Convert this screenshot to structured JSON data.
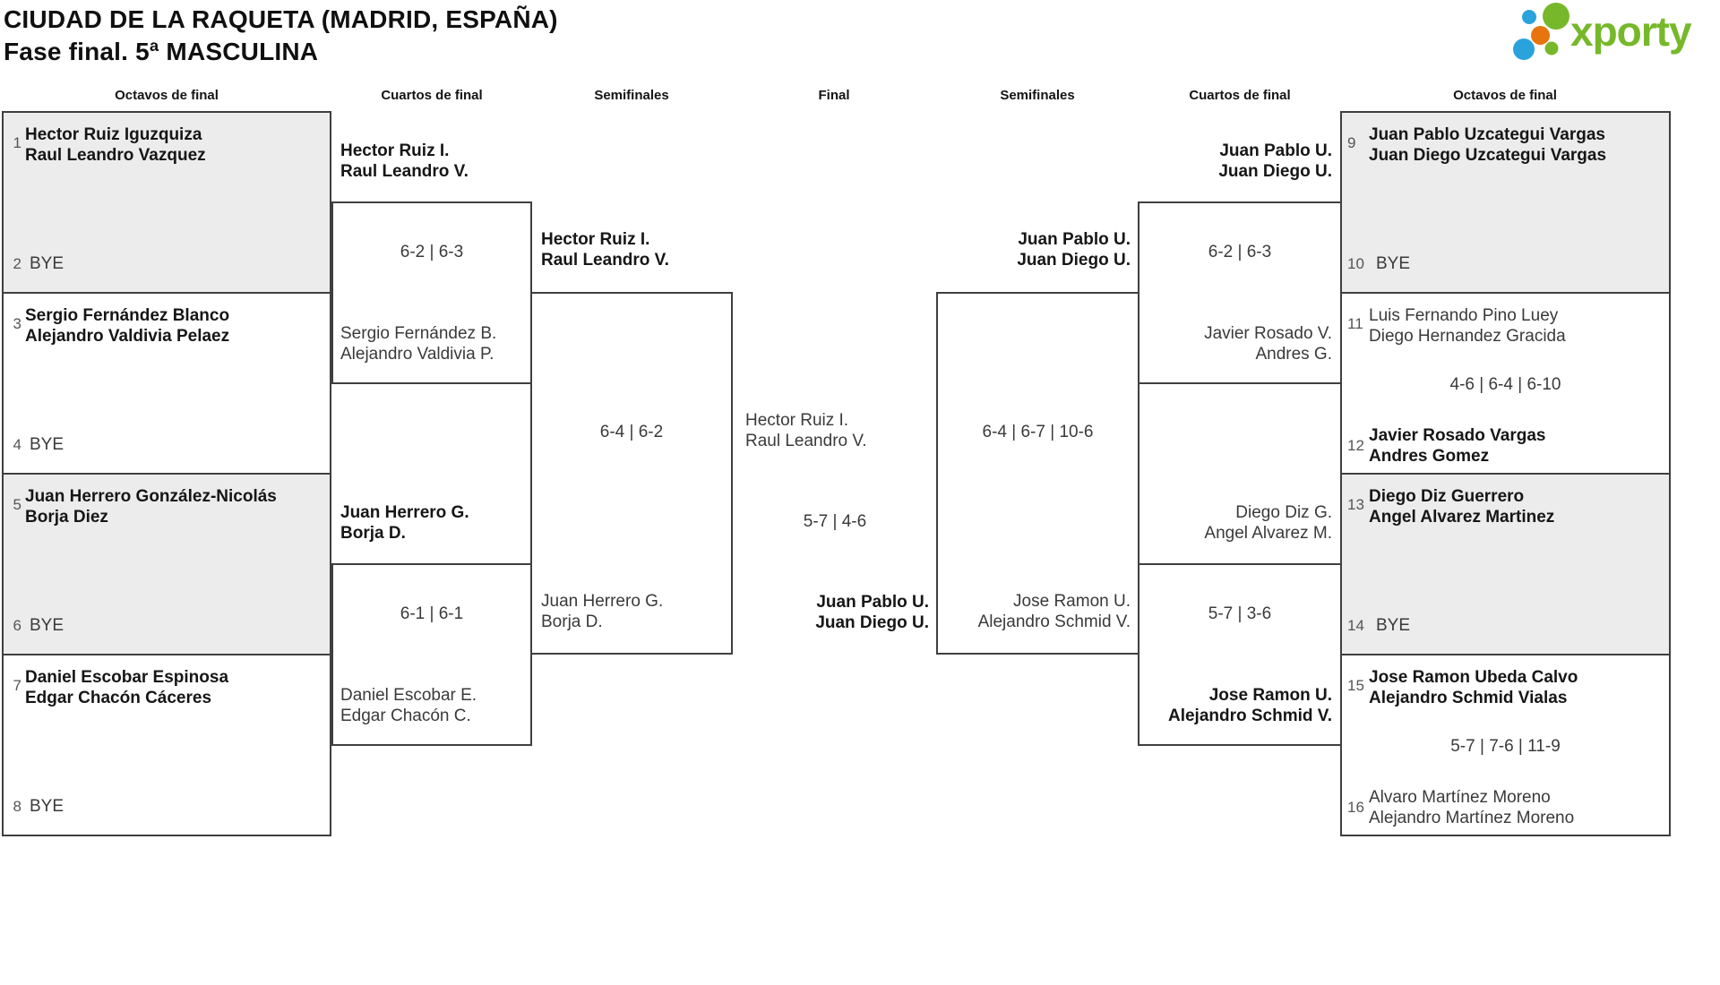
{
  "header": {
    "title": "CIUDAD DE LA RAQUETA (MADRID, ESPAÑA)",
    "subtitle": "Fase final. 5ª MASCULINA",
    "logo": {
      "wordmark": "xporty",
      "green": "#76b82a",
      "blue": "#2aa3dc",
      "orange": "#e8740e"
    }
  },
  "round_headers": [
    "Octavos de final",
    "Cuartos de final",
    "Semifinales",
    "Final",
    "Semifinales",
    "Cuartos de final",
    "Octavos de final"
  ],
  "matches": {
    "o1": {
      "seed_a": "1",
      "a1": "Hector Ruiz Iguzquiza",
      "a2": "Raul Leandro Vazquez",
      "seed_b": "2",
      "b1": "BYE"
    },
    "o2": {
      "seed_a": "3",
      "a1": "Sergio Fernández Blanco",
      "a2": "Alejandro Valdivia Pelaez",
      "seed_b": "4",
      "b1": "BYE"
    },
    "o3": {
      "seed_a": "5",
      "a1": "Juan Herrero González-Nicolás",
      "a2": "Borja Diez",
      "seed_b": "6",
      "b1": "BYE"
    },
    "o4": {
      "seed_a": "7",
      "a1": "Daniel Escobar Espinosa",
      "a2": "Edgar Chacón Cáceres",
      "seed_b": "8",
      "b1": "BYE"
    },
    "o5": {
      "seed_a": "9",
      "a1": "Juan Pablo Uzcategui Vargas",
      "a2": "Juan Diego Uzcategui Vargas",
      "seed_b": "10",
      "b1": "BYE"
    },
    "o6": {
      "seed_a": "11",
      "a1": "Luis Fernando Pino Luey",
      "a2": "Diego Hernandez Gracida",
      "score": "4-6 | 6-4 | 6-10",
      "seed_b": "12",
      "b1": "Javier Rosado Vargas",
      "b2": "Andres Gomez"
    },
    "o7": {
      "seed_a": "13",
      "a1": "Diego Diz Guerrero",
      "a2": "Angel Alvarez Martinez",
      "seed_b": "14",
      "b1": "BYE"
    },
    "o8": {
      "seed_a": "15",
      "a1": "Jose Ramon Ubeda Calvo",
      "a2": "Alejandro Schmid Vialas",
      "score": "5-7 | 7-6 | 11-9",
      "seed_b": "16",
      "b1": "Alvaro Martínez Moreno",
      "b2": "Alejandro Martínez Moreno"
    },
    "qf1": {
      "a1": "Hector Ruiz I.",
      "a2": "Raul Leandro V.",
      "score": "6-2 | 6-3",
      "b1": "Sergio Fernández B.",
      "b2": "Alejandro Valdivia P."
    },
    "qf2": {
      "a1": "Juan Herrero G.",
      "a2": "Borja D.",
      "score": "6-1 | 6-1",
      "b1": "Daniel Escobar E.",
      "b2": "Edgar Chacón C."
    },
    "qf3": {
      "a1": "Juan Pablo U.",
      "a2": "Juan Diego U.",
      "score": "6-2 | 6-3",
      "b1": "Javier Rosado V.",
      "b2": "Andres G."
    },
    "qf4": {
      "a1": "Diego Diz G.",
      "a2": "Angel Alvarez M.",
      "score": "5-7 | 3-6",
      "b1": "Jose Ramon U.",
      "b2": "Alejandro Schmid V."
    },
    "sf1": {
      "a1": "Hector Ruiz I.",
      "a2": "Raul Leandro V.",
      "score": "6-4 | 6-2",
      "b1": "Juan Herrero G.",
      "b2": "Borja D."
    },
    "sf2": {
      "a1": "Juan Pablo U.",
      "a2": "Juan Diego U.",
      "score": "6-4 | 6-7 | 10-6",
      "b1": "Jose Ramon U.",
      "b2": "Alejandro Schmid V."
    },
    "final": {
      "a1": "Hector Ruiz I.",
      "a2": "Raul Leandro V.",
      "score": "5-7 | 4-6",
      "b1": "Juan Pablo U.",
      "b2": "Juan Diego U."
    }
  }
}
